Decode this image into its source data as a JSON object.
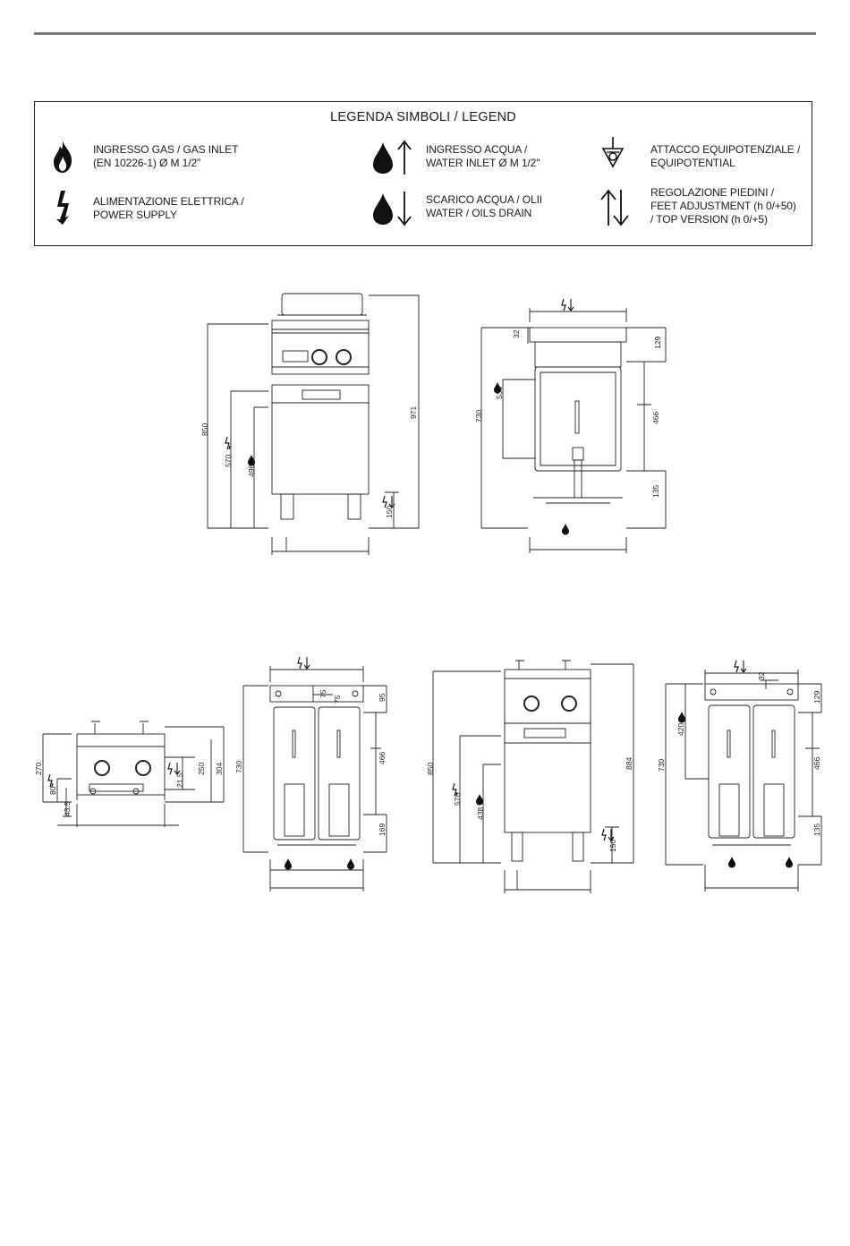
{
  "legend": {
    "title": "LEGENDA SIMBOLI / LEGEND",
    "items": [
      {
        "icon": "flame-icon",
        "text": "INGRESSO GAS / GAS INLET\n(EN 10226-1) Ø M 1/2\""
      },
      {
        "icon": "lightning-icon",
        "text": "ALIMENTAZIONE ELETTRICA /\nPOWER SUPPLY"
      },
      {
        "icon": "water-drop-up-arrow-icon",
        "text": "INGRESSO ACQUA /\nWATER INLET Ø M 1/2\""
      },
      {
        "icon": "water-drop-down-arrow-icon",
        "text": "SCARICO ACQUA / OLII\nWATER / OILS DRAIN"
      },
      {
        "icon": "equipotential-icon",
        "text": "ATTACCO EQUIPOTENZIALE /\nEQUIPOTENTIAL"
      },
      {
        "icon": "up-down-arrows-icon",
        "text": "REGOLAZIONE PIEDINI  /\nFEET ADJUSTMENT (h 0/+50)\n/ TOP VERSION (h 0/+5)"
      }
    ]
  },
  "drawings": {
    "d1": {
      "h850": "850",
      "h570": "570",
      "h496": "496",
      "h971": "971",
      "h150": "150"
    },
    "d2": {
      "d32": "32",
      "d129": "129",
      "d538": "538",
      "d730": "730",
      "d466": "466",
      "d135": "135"
    },
    "d3": {
      "d270": "270",
      "d80": "80",
      "d43": "43.5",
      "d21": "21.5",
      "d250": "250",
      "d304": "304"
    },
    "d4": {
      "d75a": "75",
      "d75b": "75",
      "d95": "95",
      "d730": "730",
      "d466": "466",
      "d169": "169"
    },
    "d5": {
      "d850": "850",
      "d570": "570",
      "d438": "438",
      "d884": "884",
      "d150": "150"
    },
    "d6": {
      "d32": "32",
      "d129": "129",
      "d420": "420",
      "d730": "730",
      "d466": "466",
      "d135": "135"
    }
  }
}
